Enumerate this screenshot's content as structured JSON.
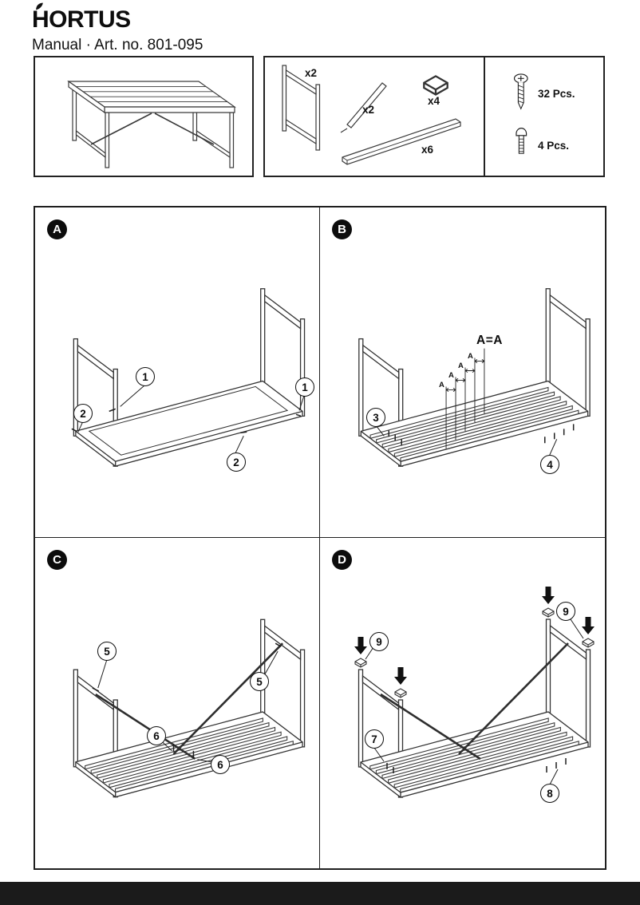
{
  "header": {
    "brand": "HORTUS",
    "subtitle": "Manual · Art. no. 801-095"
  },
  "parts": {
    "end_frame_qty": "x2",
    "brace_qty": "x2",
    "cap_qty": "x4",
    "slat_qty": "x6",
    "screw_qty": "32 Pcs.",
    "bolt_qty": "4 Pcs."
  },
  "steps": {
    "a": {
      "id": "A",
      "callouts": [
        "1",
        "2",
        "1",
        "2"
      ]
    },
    "b": {
      "id": "B",
      "annotation": "A=A",
      "dim_label": "A",
      "callouts": [
        "3",
        "4"
      ]
    },
    "c": {
      "id": "C",
      "callouts": [
        "5",
        "5",
        "6",
        "6"
      ]
    },
    "d": {
      "id": "D",
      "callouts": [
        "9",
        "9",
        "7",
        "8"
      ]
    }
  }
}
